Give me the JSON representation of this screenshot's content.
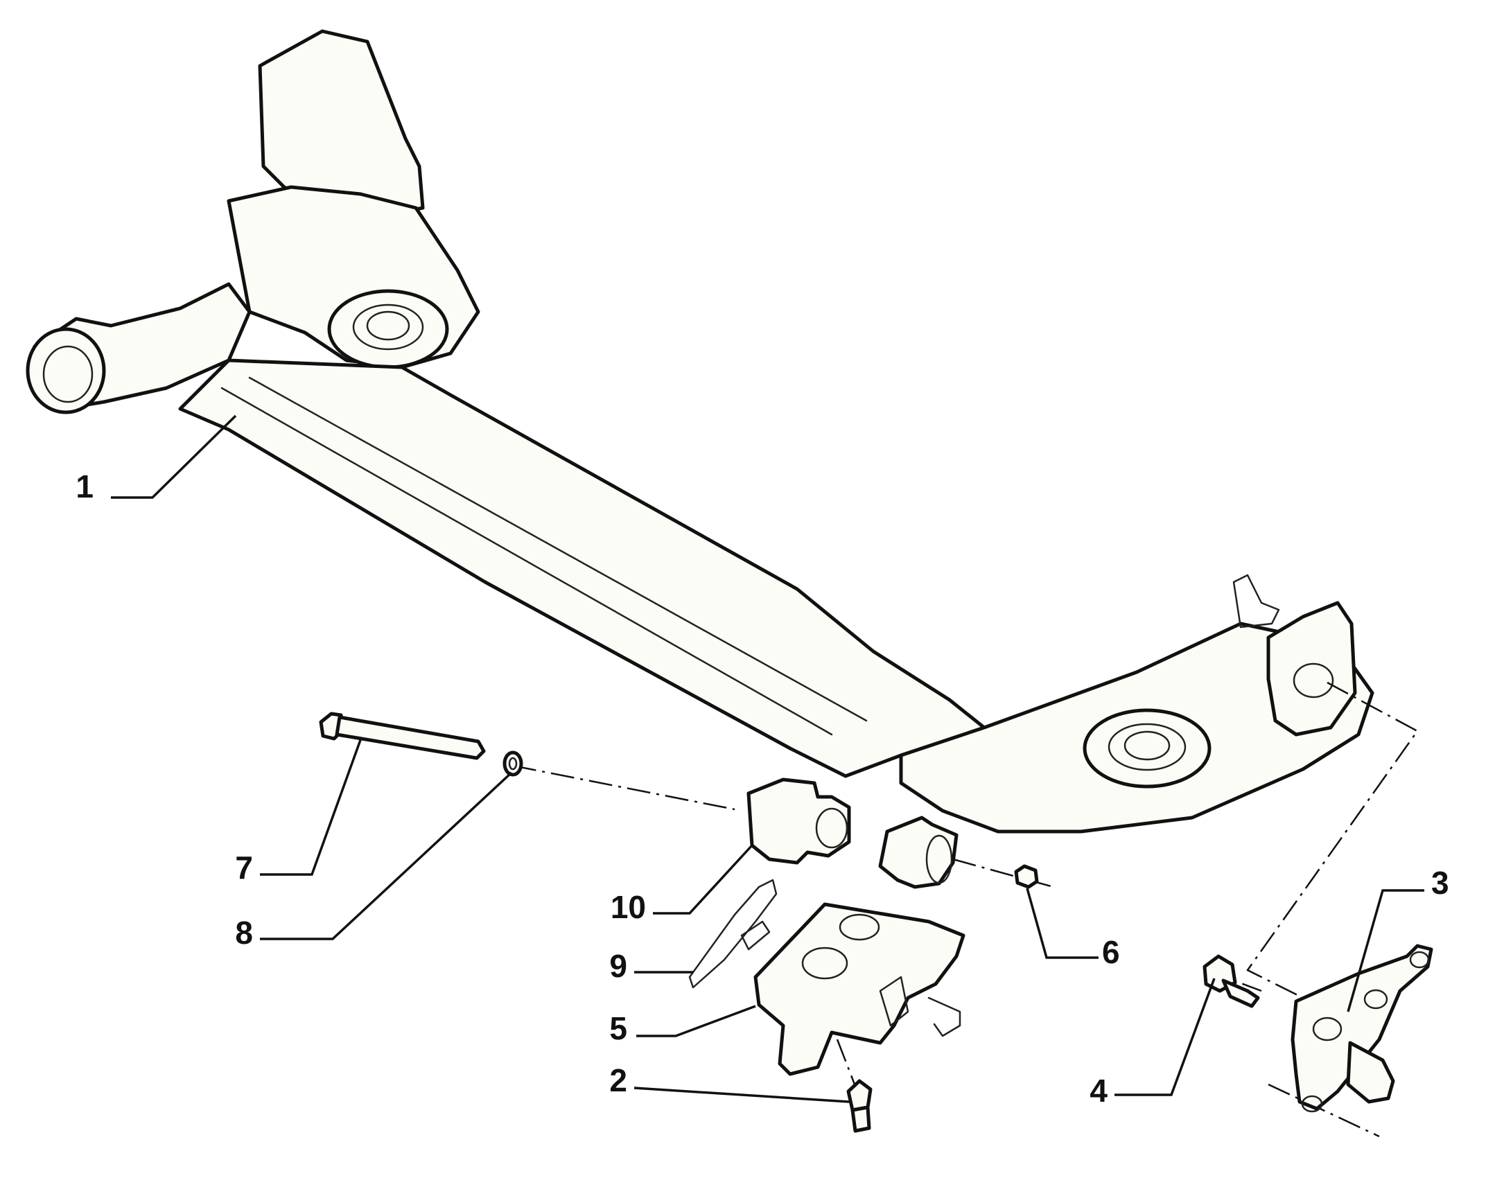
{
  "callouts": {
    "c1": "1",
    "c2": "2",
    "c3": "3",
    "c4": "4",
    "c5": "5",
    "c6": "6",
    "c7": "7",
    "c8": "8",
    "c9": "9",
    "c10": "10"
  },
  "colors": {
    "line": "#111111",
    "part_fill": "#fcfcf6",
    "background": "#ffffff"
  }
}
